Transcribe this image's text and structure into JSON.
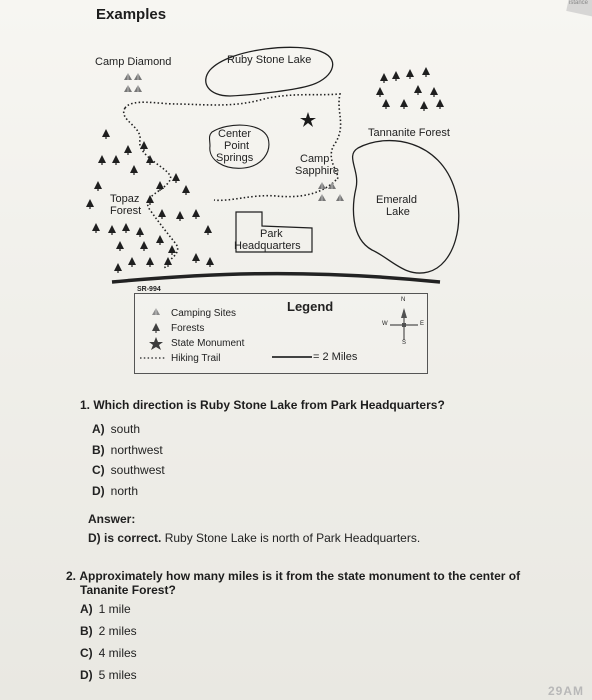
{
  "page": {
    "title": "Examples",
    "corner_text": "istance",
    "stamp": "29AM"
  },
  "map": {
    "labels": {
      "camp_diamond": "Camp Diamond",
      "ruby_stone_lake": "Ruby Stone Lake",
      "tannanite_forest": "Tannanite Forest",
      "center_point_springs_1": "Center",
      "center_point_springs_2": "Point",
      "center_point_springs_3": "Springs",
      "camp_sapphire_1": "Camp",
      "camp_sapphire_2": "Sapphire",
      "topaz_forest_1": "Topaz",
      "topaz_forest_2": "Forest",
      "emerald_lake_1": "Emerald",
      "emerald_lake_2": "Lake",
      "park_hq_1": "Park",
      "park_hq_2": "Headquarters",
      "road": "SR-994"
    },
    "compass": {
      "n": "N",
      "s": "S",
      "e": "E",
      "w": "W"
    },
    "legend": {
      "title": "Legend",
      "items": [
        "Camping Sites",
        "Forests",
        "State Monument",
        "Hiking Trail"
      ],
      "scale": "= 2 Miles"
    }
  },
  "questions": [
    {
      "number": "1.",
      "text": "Which direction is Ruby Stone Lake from Park Headquarters?",
      "options": [
        {
          "letter": "A)",
          "text": "south"
        },
        {
          "letter": "B)",
          "text": "northwest"
        },
        {
          "letter": "C)",
          "text": "southwest"
        },
        {
          "letter": "D)",
          "text": "north"
        }
      ]
    },
    {
      "number": "2.",
      "text_line1": "Approximately how many miles is it from the state monument to the center of",
      "text_line2": "Tananite Forest?",
      "options": [
        {
          "letter": "A)",
          "text": "1 mile"
        },
        {
          "letter": "B)",
          "text": "2 miles"
        },
        {
          "letter": "C)",
          "text": "4 miles"
        },
        {
          "letter": "D)",
          "text": "5 miles"
        }
      ]
    }
  ],
  "answer": {
    "heading": "Answer:",
    "bold": "D) is correct.",
    "text": " Ruby Stone Lake is north of Park Headquarters."
  }
}
